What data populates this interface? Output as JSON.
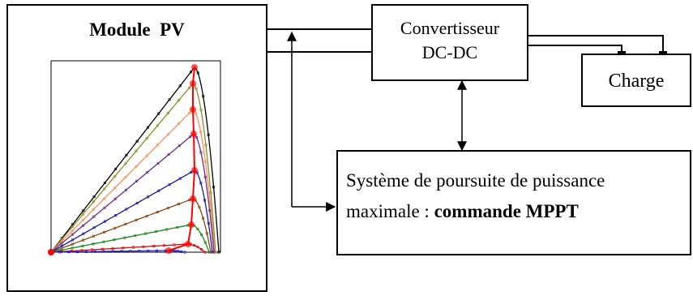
{
  "module": {
    "title": "Module  PV"
  },
  "converter": {
    "line1": "Convertisseur",
    "line2": "DC-DC"
  },
  "load": {
    "label": "Charge"
  },
  "mppt": {
    "line1": "Système de poursuite de puissance",
    "line2_prefix": "maximale : ",
    "line2_bold": "commande MPPT"
  },
  "pv_curves": {
    "curve_colors": [
      "#000000",
      "#8c8c28",
      "#ff8c5a",
      "#6a2a8c",
      "#1a1a9a",
      "#8b4513",
      "#1a8a1a",
      "#e00000",
      "#1a1acd"
    ],
    "mpp_color": "#ff0000"
  }
}
